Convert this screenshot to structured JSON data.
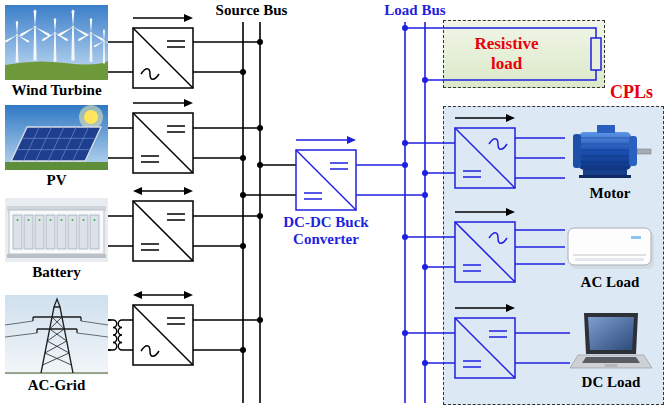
{
  "diagram": {
    "nodes": [
      {
        "text": [
          "Wind Turbine"
        ]
      },
      {
        "text": [
          "PV"
        ]
      },
      {
        "text": [
          "Battery"
        ]
      },
      {
        "text": [
          "AC-Grid"
        ]
      },
      {
        "text": [
          "Source Bus"
        ]
      },
      {
        "text": [
          "DC-DC Buck Converter"
        ]
      },
      {
        "text": [
          "Load Bus"
        ]
      },
      {
        "text": [
          "Resistive load"
        ]
      },
      {
        "text": [
          "CPLs"
        ]
      },
      {
        "text": [
          "Motor"
        ],
        "in": 8
      },
      {
        "text": [
          "AC Load"
        ],
        "in": 8
      },
      {
        "text": [
          "DC Load"
        ],
        "in": 8
      }
    ],
    "edges": [
      {
        "from": 0,
        "to": 4,
        "arrow": "none"
      },
      {
        "from": 1,
        "to": 4,
        "arrow": "none"
      },
      {
        "from": 2,
        "to": 4,
        "arrow": "none"
      },
      {
        "from": 3,
        "to": 4,
        "arrow": "none"
      },
      {
        "from": 4,
        "to": 5,
        "arrow": "none"
      },
      {
        "from": 5,
        "to": 6,
        "arrow": "none"
      },
      {
        "from": 6,
        "to": 7,
        "arrow": "none"
      },
      {
        "from": 6,
        "to": 9,
        "arrow": "none"
      },
      {
        "from": 6,
        "to": 10,
        "arrow": "none"
      },
      {
        "from": 6,
        "to": 11,
        "arrow": "none"
      }
    ]
  }
}
